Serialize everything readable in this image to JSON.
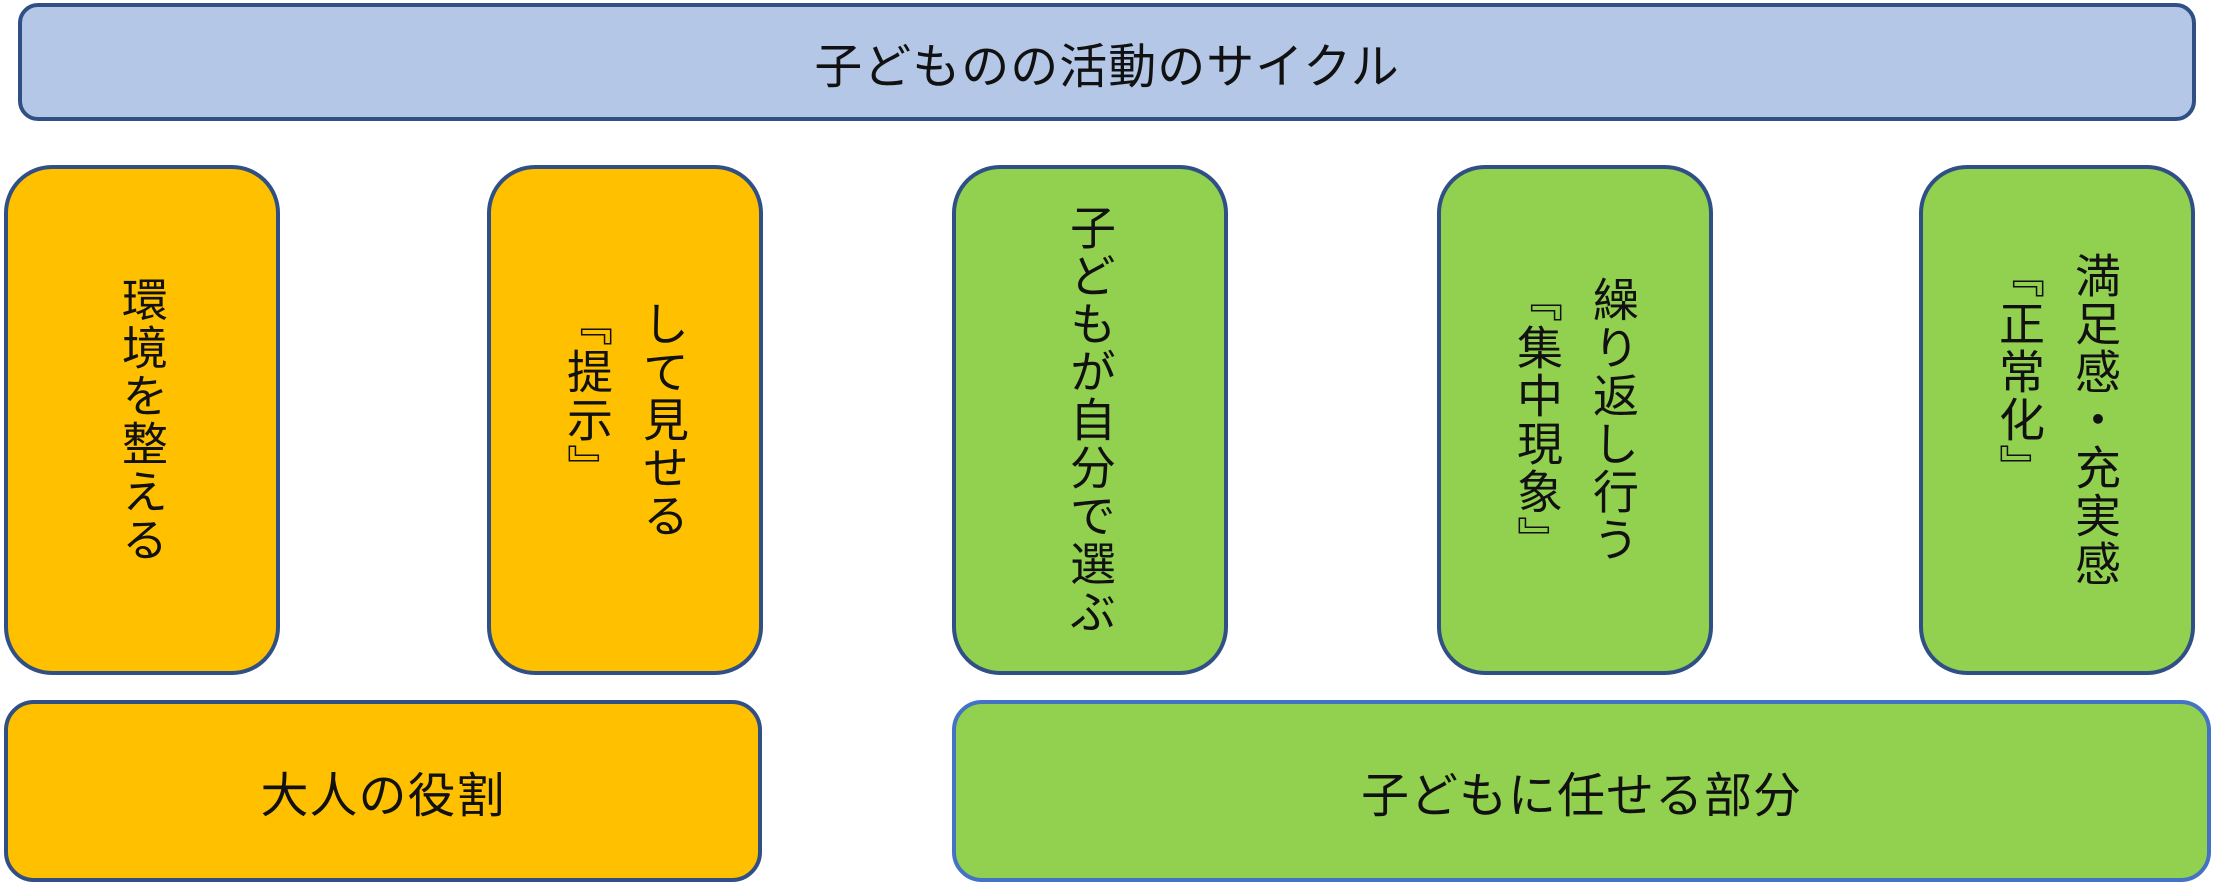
{
  "title": "子どものの活動のサイクル",
  "columns": [
    {
      "lines": [
        "環境を整える"
      ],
      "group": "adult"
    },
    {
      "lines": [
        "して見せる",
        "『提示』"
      ],
      "group": "adult"
    },
    {
      "lines": [
        "子どもが自分で選ぶ"
      ],
      "group": "child"
    },
    {
      "lines": [
        "繰り返し行う",
        "『集中現象』"
      ],
      "group": "child"
    },
    {
      "lines": [
        "満足感・充実感",
        "『正常化』"
      ],
      "group": "child"
    }
  ],
  "bottom": {
    "adult_label": "大人の役割",
    "child_label": "子どもに任せる部分"
  },
  "colors": {
    "title_fill": "#b4c7e7",
    "adult_fill": "#ffc000",
    "child_fill": "#92d050",
    "border": "#2f4f85"
  }
}
